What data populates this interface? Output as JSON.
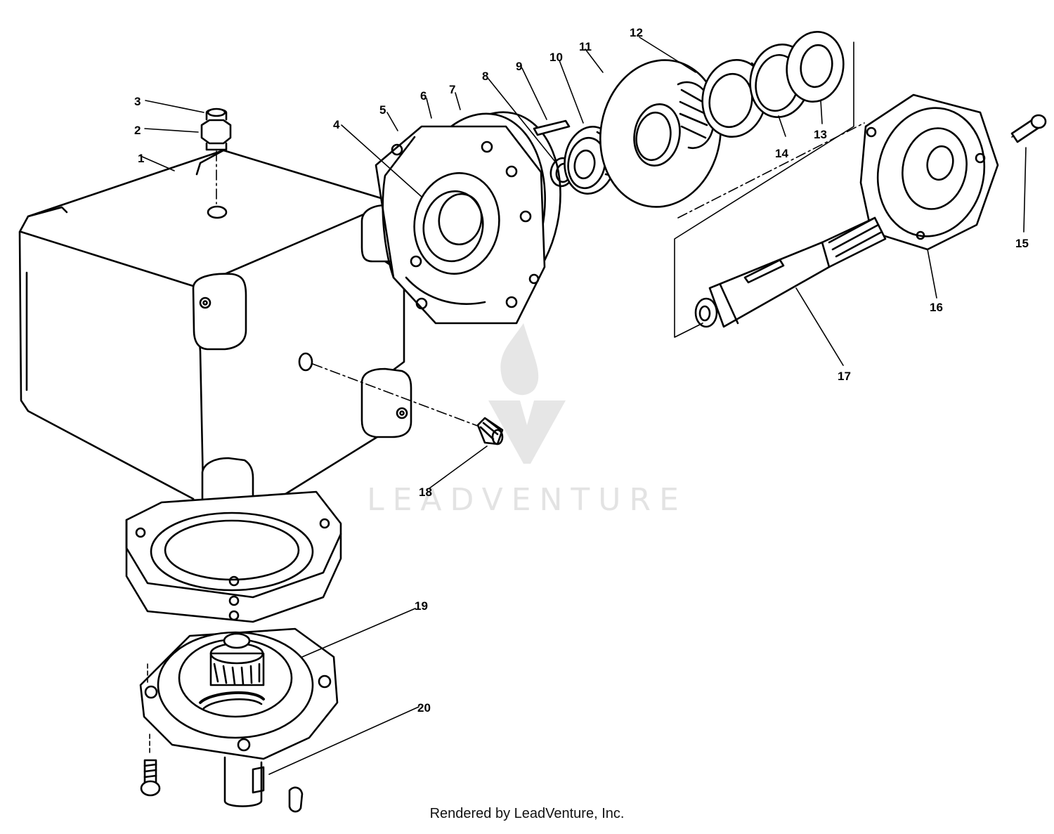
{
  "diagram": {
    "part_numbers": [
      "1",
      "2",
      "3",
      "4",
      "5",
      "6",
      "7",
      "8",
      "9",
      "10",
      "11",
      "12",
      "13",
      "14",
      "15",
      "16",
      "17",
      "18",
      "19",
      "20"
    ],
    "watermark_text": "LEADVENTURE",
    "credit": "Rendered by LeadVenture, Inc."
  },
  "colors": {
    "ink": "#000000",
    "watermark": "#e3e3e3",
    "background": "#ffffff"
  }
}
